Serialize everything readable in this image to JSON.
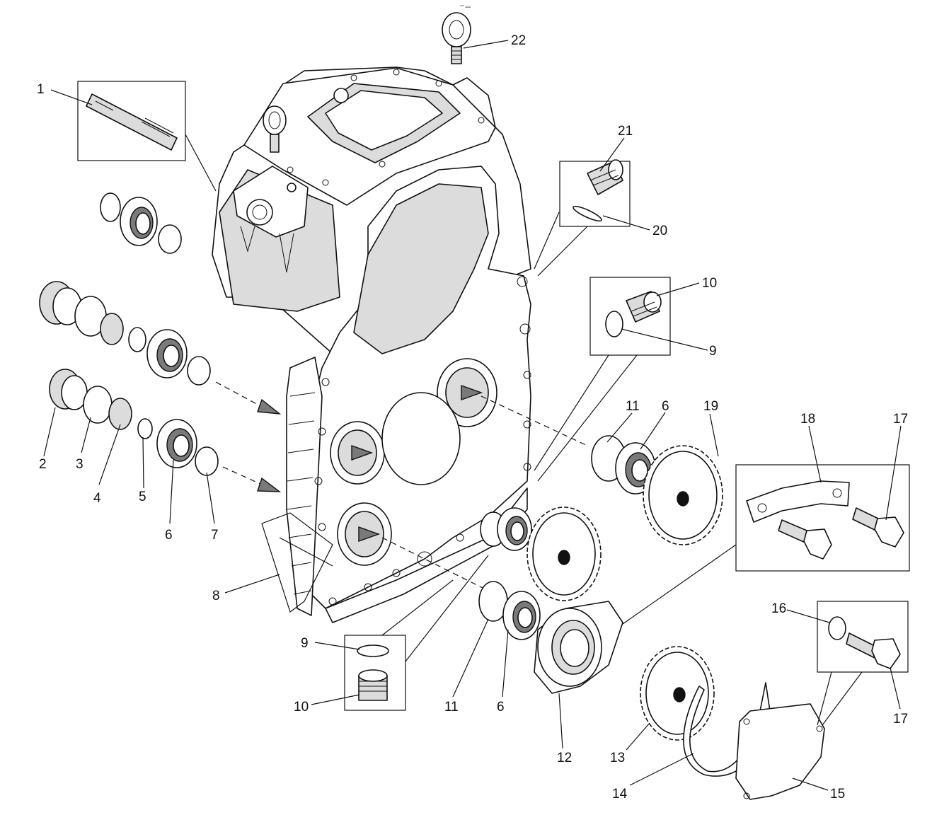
{
  "watermark": "soft",
  "header_mark": "°° ≈≈",
  "callouts": {
    "c1": "1",
    "c2": "2",
    "c3": "3",
    "c4": "4",
    "c5": "5",
    "c6a": "6",
    "c7": "7",
    "c8": "8",
    "c9a": "9",
    "c10a": "10",
    "c11a": "11",
    "c6b": "6",
    "c12": "12",
    "c13": "13",
    "c14": "14",
    "c15": "15",
    "c16": "16",
    "c17a": "17",
    "c18": "18",
    "c17b": "17",
    "c11b": "11",
    "c6c": "6",
    "c19": "19",
    "c9b": "9",
    "c10b": "10",
    "c20": "20",
    "c21": "21",
    "c22": "22"
  }
}
